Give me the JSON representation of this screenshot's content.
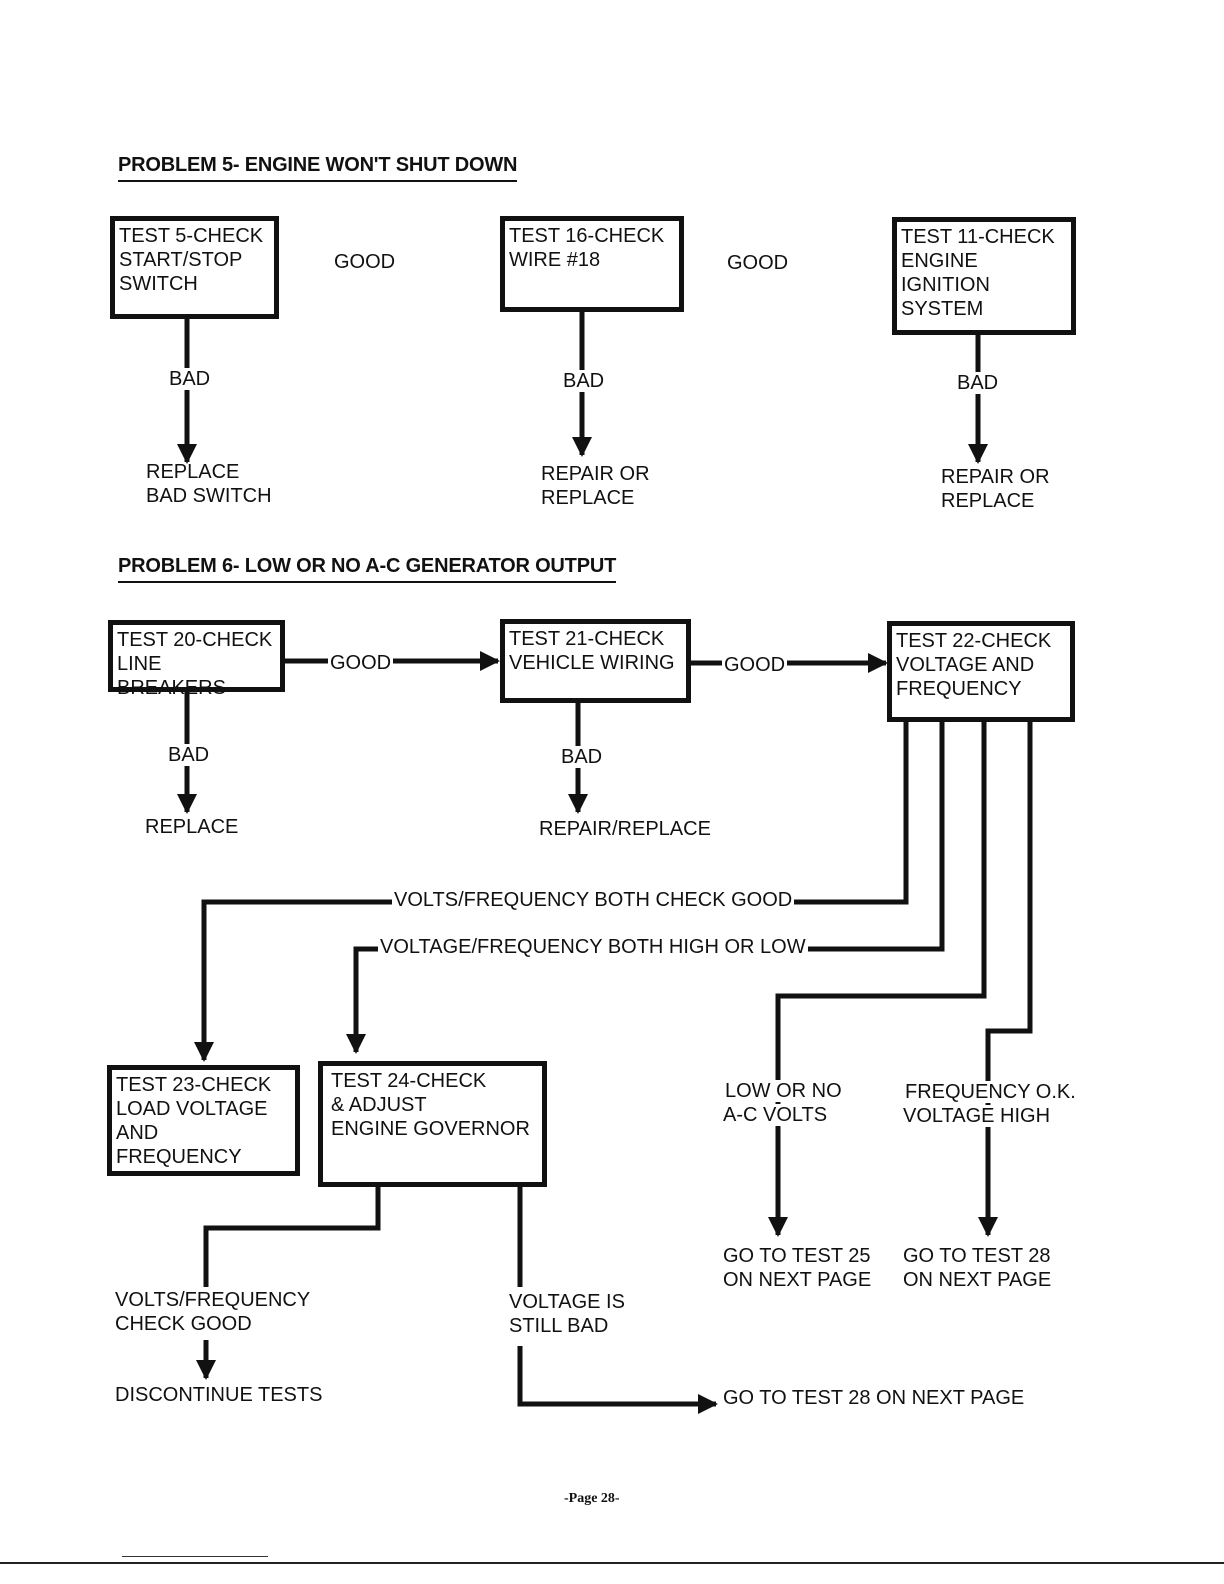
{
  "problem5": {
    "heading": "PROBLEM 5- ENGINE WON'T SHUT DOWN",
    "test5": "TEST 5-CHECK\nSTART/STOP\nSWITCH",
    "test16": "TEST 16-CHECK\nWIRE #18",
    "test11": "TEST 11-CHECK\nENGINE\nIGNITION\nSYSTEM",
    "good_label": "GOOD",
    "bad_label": "BAD",
    "result5": "REPLACE\nBAD SWITCH",
    "result16": "REPAIR OR\nREPLACE",
    "result11": "REPAIR OR\nREPLACE"
  },
  "problem6": {
    "heading": "PROBLEM 6- LOW OR NO A-C GENERATOR OUTPUT",
    "test20": "TEST 20-CHECK\nLINE BREAKERS",
    "test21": "TEST 21-CHECK\nVEHICLE WIRING",
    "test22": "TEST 22-CHECK\nVOLTAGE AND\nFREQUENCY",
    "good_label": "GOOD",
    "bad_label": "BAD",
    "result20": "REPLACE",
    "result21": "REPAIR/REPLACE",
    "branch_both_good": "VOLTS/FREQUENCY BOTH CHECK GOOD",
    "branch_high_low": "VOLTAGE/FREQUENCY BOTH HIGH OR LOW",
    "branch_low_volts": "LOW OR NO\nA-C VOLTS",
    "branch_freq_ok": "FREQUENCY O.K.\nVOLTAGE HIGH",
    "test23": "TEST 23-CHECK\nLOAD VOLTAGE\nAND FREQUENCY",
    "test24": "TEST 24-CHECK\n& ADJUST\nENGINE GOVERNOR",
    "goto25": "GO TO TEST 25\nON NEXT PAGE",
    "goto28": "GO TO TEST 28\nON NEXT PAGE",
    "volts_good": "VOLTS/FREQUENCY\nCHECK GOOD",
    "voltage_bad": "VOLTAGE IS\nSTILL BAD",
    "discontinue": "DISCONTINUE TESTS",
    "goto28_line": "GO TO TEST 28 ON NEXT PAGE"
  },
  "footer": {
    "page": "-Page 28-"
  }
}
